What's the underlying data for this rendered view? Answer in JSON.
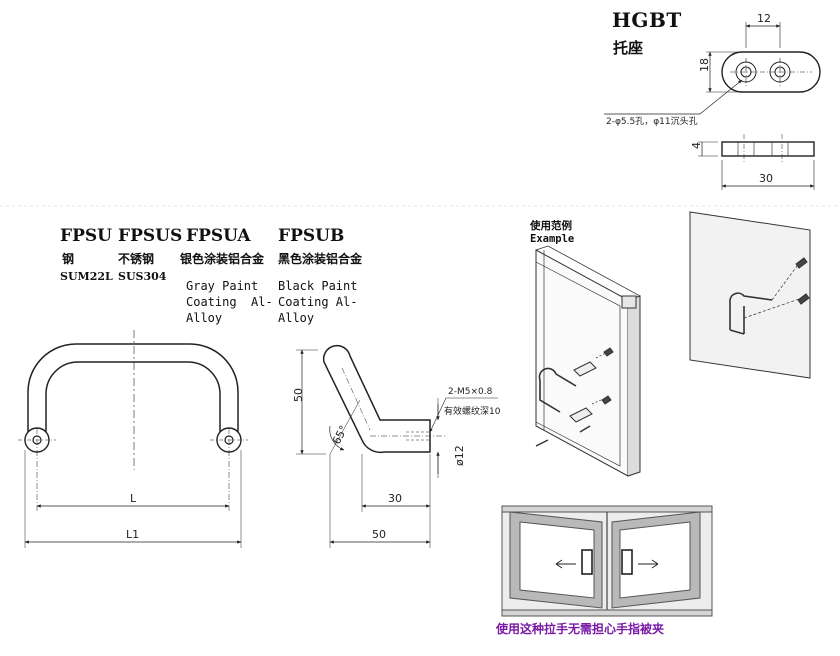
{
  "hgbt": {
    "title": "HGBT",
    "subtitle": "托座",
    "dim_pitch": "12",
    "dim_height": "18",
    "dim_width": "30",
    "dim_thickness": "4",
    "hole_note": "2-φ5.5孔，φ11沉头孔"
  },
  "products": [
    {
      "model": "FPSU",
      "material": "钢",
      "code": "SUM22L",
      "desc": ""
    },
    {
      "model": "FPSUS",
      "material": "不锈钢",
      "code": "SUS304",
      "desc": ""
    },
    {
      "model": "FPSUA",
      "material": "银色涂装铝合金",
      "code": "",
      "desc": "Gray Paint\nCoating  Al-\nAlloy"
    },
    {
      "model": "FPSUB",
      "material": "黑色涂装铝合金",
      "code": "",
      "desc": "Black Paint\nCoating Al-\nAlloy"
    }
  ],
  "front_view": {
    "dim_inner": "L",
    "dim_outer": "L1"
  },
  "side_view": {
    "dim_height": "50",
    "dim_angle": "65°",
    "dim_leg": "30",
    "dim_base": "50",
    "dim_dia": "ø12",
    "thread": "2-M5×0.8",
    "thread_depth": "有效螺纹深10"
  },
  "example": {
    "label_cn": "使用范例",
    "label_en": "Example"
  },
  "caption": "使用这种拉手无需担心手指被夹",
  "colors": {
    "line": "#222222",
    "caption": "#7a1aa6",
    "frame": "#9a9a9a",
    "glass": "#ffffff",
    "panel_fill": "#f2f2f2"
  }
}
